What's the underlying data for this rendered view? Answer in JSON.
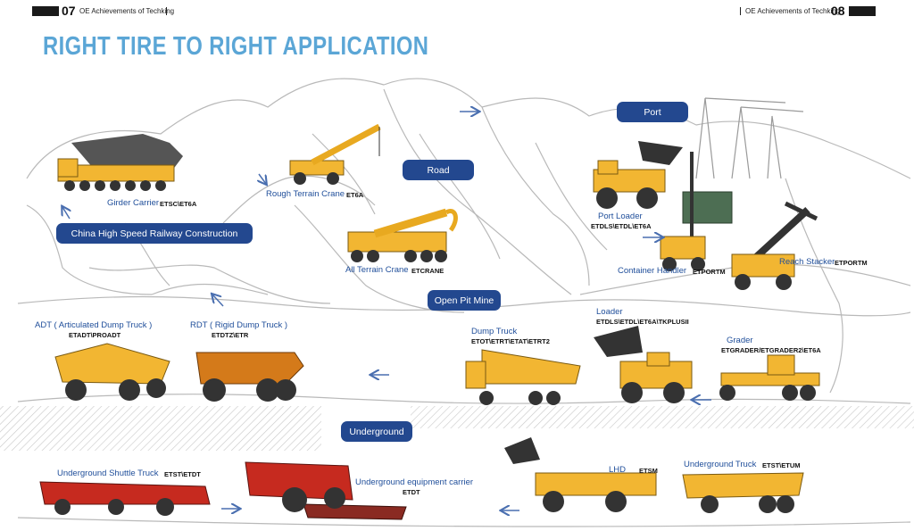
{
  "header": {
    "left_page": "07",
    "left_title": "OE Achievements of Techking",
    "right_title": "OE Achievements of Techking",
    "right_page": "08"
  },
  "title": "RIGHT TIRE TO RIGHT APPLICATION",
  "sections": {
    "port": "Port",
    "road": "Road",
    "railway": "China High Speed Railway Construction",
    "mine": "Open Pit Mine",
    "underground": "Underground"
  },
  "vehicles": {
    "girder_carrier": {
      "name": "Girder Carrier",
      "code": "ETSC\\ET6A"
    },
    "rough_crane": {
      "name": "Rough Terrain Crane",
      "code": "ET6A"
    },
    "all_terrain_crane": {
      "name": "All Terrain Crane",
      "code": "ETCRANE"
    },
    "port_loader": {
      "name": "Port Loader",
      "code": "ETDLS\\ETDL\\ET6A"
    },
    "container_handler": {
      "name": "Container Handler",
      "code": "ETPORTM"
    },
    "reach_stacker": {
      "name": "Reach Stacker",
      "code": "ETPORTM"
    },
    "adt": {
      "name": "ADT ( Articulated Dump Truck )",
      "code": "ETADT\\PROADT"
    },
    "rdt": {
      "name": "RDT ( Rigid Dump Truck )",
      "code": "ETDTZ\\ETR"
    },
    "dump_truck": {
      "name": "Dump Truck",
      "code": "ETOT\\ETRT\\ETAT\\ETRT2"
    },
    "loader": {
      "name": "Loader",
      "code": "ETDLS\\ETDL\\ET6A\\TKPLUSII"
    },
    "grader": {
      "name": "Grader",
      "code": "ETGRADER/ETGRADER2\\ET6A"
    },
    "shuttle_truck": {
      "name": "Underground Shuttle Truck",
      "code": "ETST\\ETDT"
    },
    "equipment_carrier": {
      "name": "Underground equipment carrier",
      "code": "ETDT"
    },
    "lhd": {
      "name": "LHD",
      "code": "ETSM"
    },
    "underground_truck": {
      "name": "Underground Truck",
      "code": "ETST\\ETUM"
    }
  },
  "colors": {
    "title": "#5ba6d6",
    "pill": "#23488f",
    "label": "#1f4e9a",
    "machine": "#f2b632",
    "underground_machine": "#c62a1f"
  }
}
